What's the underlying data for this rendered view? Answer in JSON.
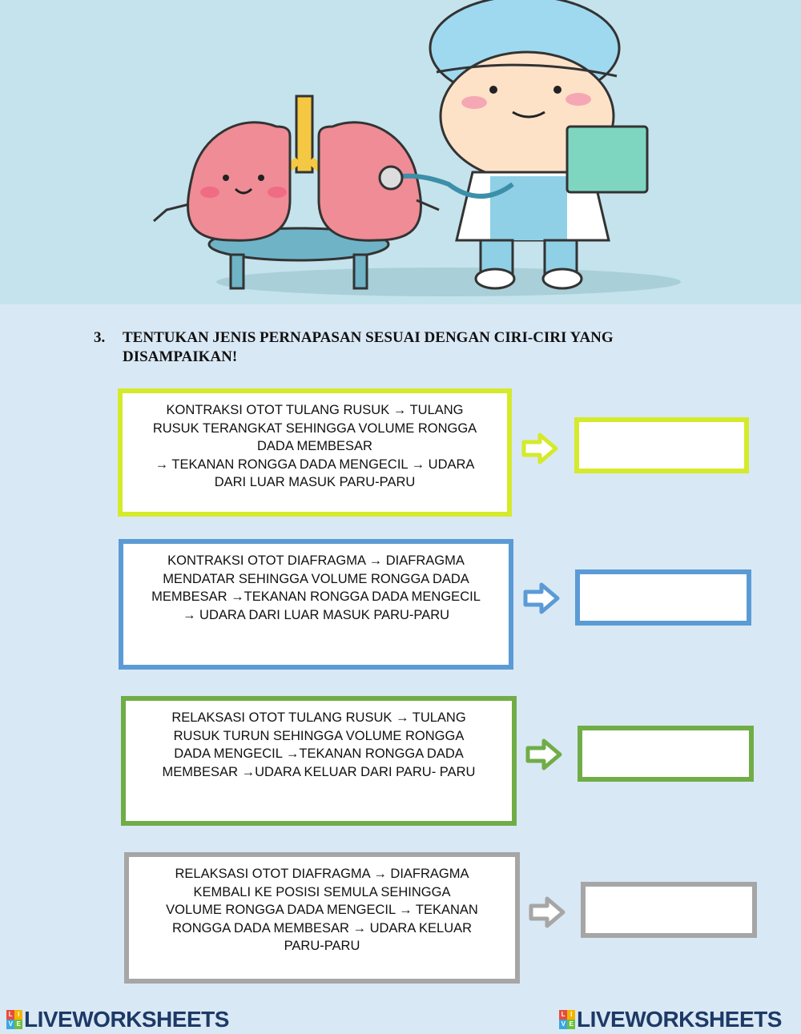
{
  "question": {
    "number": "3.",
    "text": "TENTUKAN JENIS PERNAPASAN SESUAI DENGAN CIRI-CIRI YANG DISAMPAIKAN!"
  },
  "items": [
    {
      "text": "KONTRAKSI OTOT TULANG RUSUK → TULANG\nRUSUK TERANGKAT SEHINGGA VOLUME RONGGA\nDADA MEMBESAR\n→ TEKANAN RONGGA DADA MENGECIL → UDARA\nDARI LUAR MASUK PARU-PARU",
      "color": "#d4ea2a",
      "answer": ""
    },
    {
      "text": "KONTRAKSI OTOT DIAFRAGMA → DIAFRAGMA\nMENDATAR SEHINGGA VOLUME RONGGA DADA\nMEMBESAR →TEKANAN RONGGA DADA MENGECIL\n→ UDARA DARI LUAR MASUK PARU-PARU",
      "color": "#5b9bd5",
      "answer": ""
    },
    {
      "text": "RELAKSASI OTOT TULANG RUSUK → TULANG\nRUSUK TURUN SEHINGGA VOLUME RONGGA\nDADA MENGECIL →TEKANAN RONGGA DADA\nMEMBESAR →UDARA KELUAR DARI PARU- PARU",
      "color": "#70ad47",
      "answer": ""
    },
    {
      "text": "RELAKSASI OTOT DIAFRAGMA → DIAFRAGMA\nKEMBALI KE POSISI SEMULA SEHINGGA\nVOLUME RONGGA DADA MENGECIL → TEKANAN\nRONGGA DADA MEMBESAR → UDARA KELUAR\nPARU-PARU",
      "color": "#a6a6a6",
      "answer": ""
    }
  ],
  "branding": {
    "left": "LIVEWORKSHEETS",
    "right": "LIVEWORKSHEETS"
  },
  "icons": [
    "lungs-illustration",
    "doctor-illustration",
    "right-arrow-icon",
    "liveworksheets-logo-icon"
  ]
}
